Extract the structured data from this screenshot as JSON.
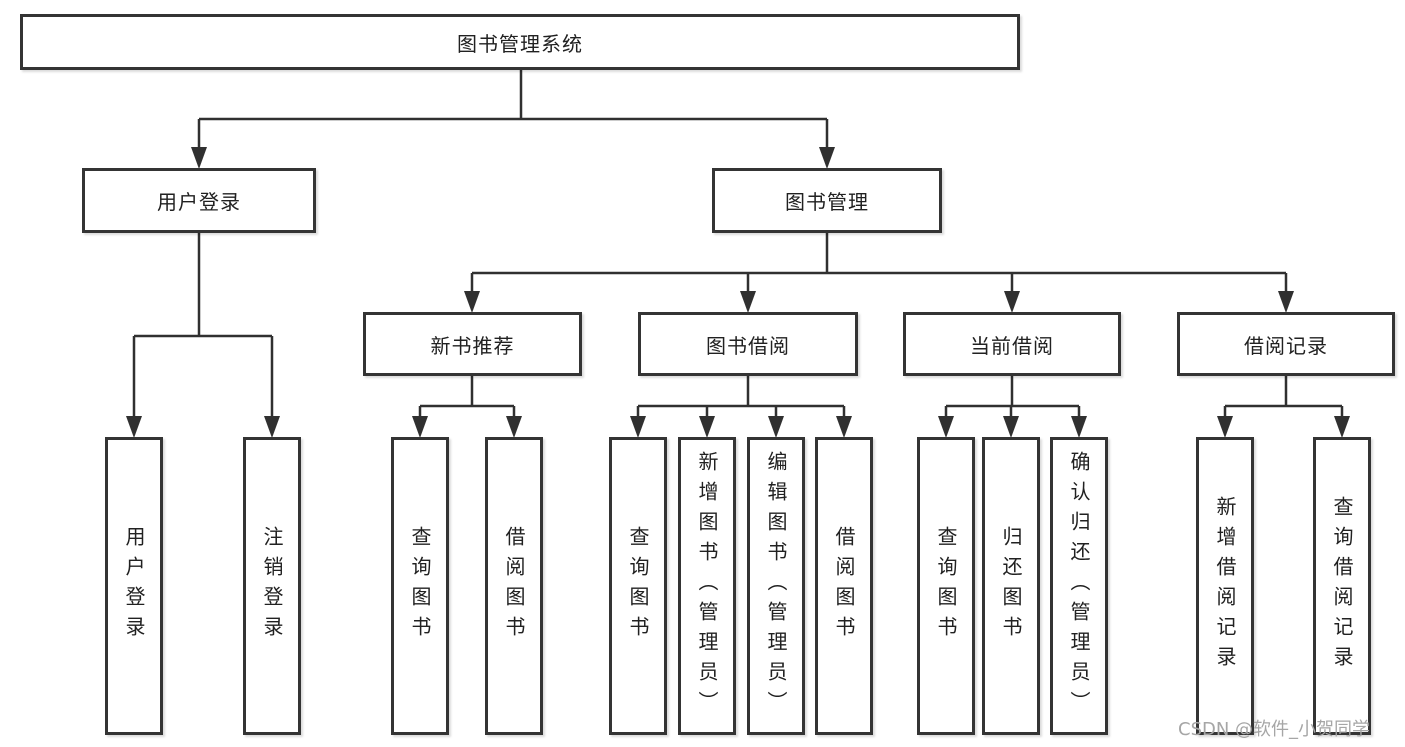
{
  "diagram": {
    "title": "图书管理系统",
    "level2": [
      {
        "label": "用户登录",
        "children": [
          {
            "label": "用户登录"
          },
          {
            "label": "注销登录"
          }
        ]
      },
      {
        "label": "图书管理",
        "children": [
          {
            "label": "新书推荐",
            "children": [
              {
                "label": "查询图书"
              },
              {
                "label": "借阅图书"
              }
            ]
          },
          {
            "label": "图书借阅",
            "children": [
              {
                "label": "查询图书"
              },
              {
                "label": "新增图书（管理员）"
              },
              {
                "label": "编辑图书（管理员）"
              },
              {
                "label": "借阅图书"
              }
            ]
          },
          {
            "label": "当前借阅",
            "children": [
              {
                "label": "查询图书"
              },
              {
                "label": "归还图书"
              },
              {
                "label": "确认归还（管理员）"
              }
            ]
          },
          {
            "label": "借阅记录",
            "children": [
              {
                "label": "新增借阅记录"
              },
              {
                "label": "查询借阅记录"
              }
            ]
          }
        ]
      }
    ]
  },
  "watermark": "CSDN @软件_小贺同学",
  "colors": {
    "line": "#303030",
    "box_border": "#343434",
    "text": "#212121",
    "watermark": "#a6a6a6",
    "background": "#ffffff"
  }
}
